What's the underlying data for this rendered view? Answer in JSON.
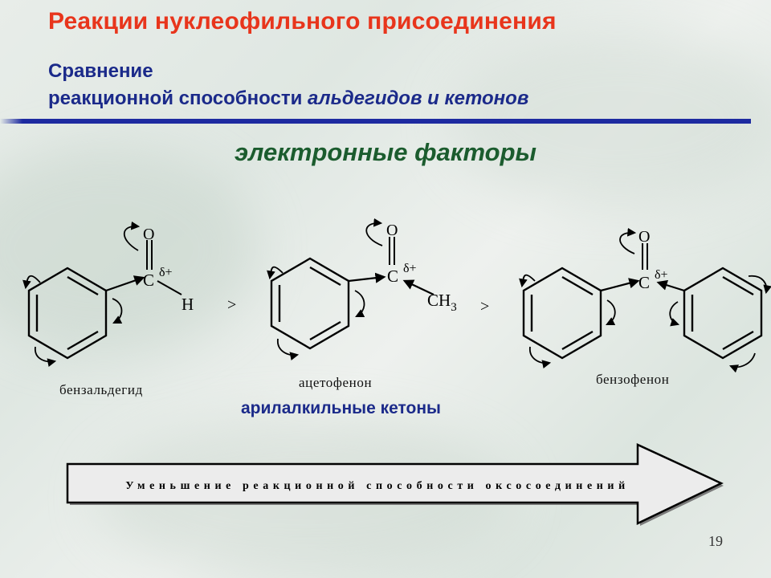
{
  "slide": {
    "title": "Реакции нуклеофильного присоединения",
    "subtitle_line1": "Сравнение",
    "subtitle_line2_plain": "реакционной способности ",
    "subtitle_line2_italic": "альдегидов и кетонов",
    "factors_heading": "электронные факторы",
    "page_number": "19"
  },
  "molecules": [
    {
      "name": "бензальдегид",
      "atoms": {
        "oxygen": "O",
        "carbon": "C",
        "charge": "δ+",
        "substituent": "H"
      }
    },
    {
      "name": "ацетофенон",
      "atoms": {
        "oxygen": "O",
        "carbon": "C",
        "charge": "δ+",
        "substituent": "CH",
        "substituent_sub": "3"
      }
    },
    {
      "name": "бензофенон",
      "atoms": {
        "oxygen": "O",
        "carbon": "C",
        "charge": "δ+"
      }
    }
  ],
  "comparison_sign": ">",
  "group_label": "арилалкильные кетоны",
  "arrow_caption": "Уменьшение реакционной способности оксосоединений"
}
